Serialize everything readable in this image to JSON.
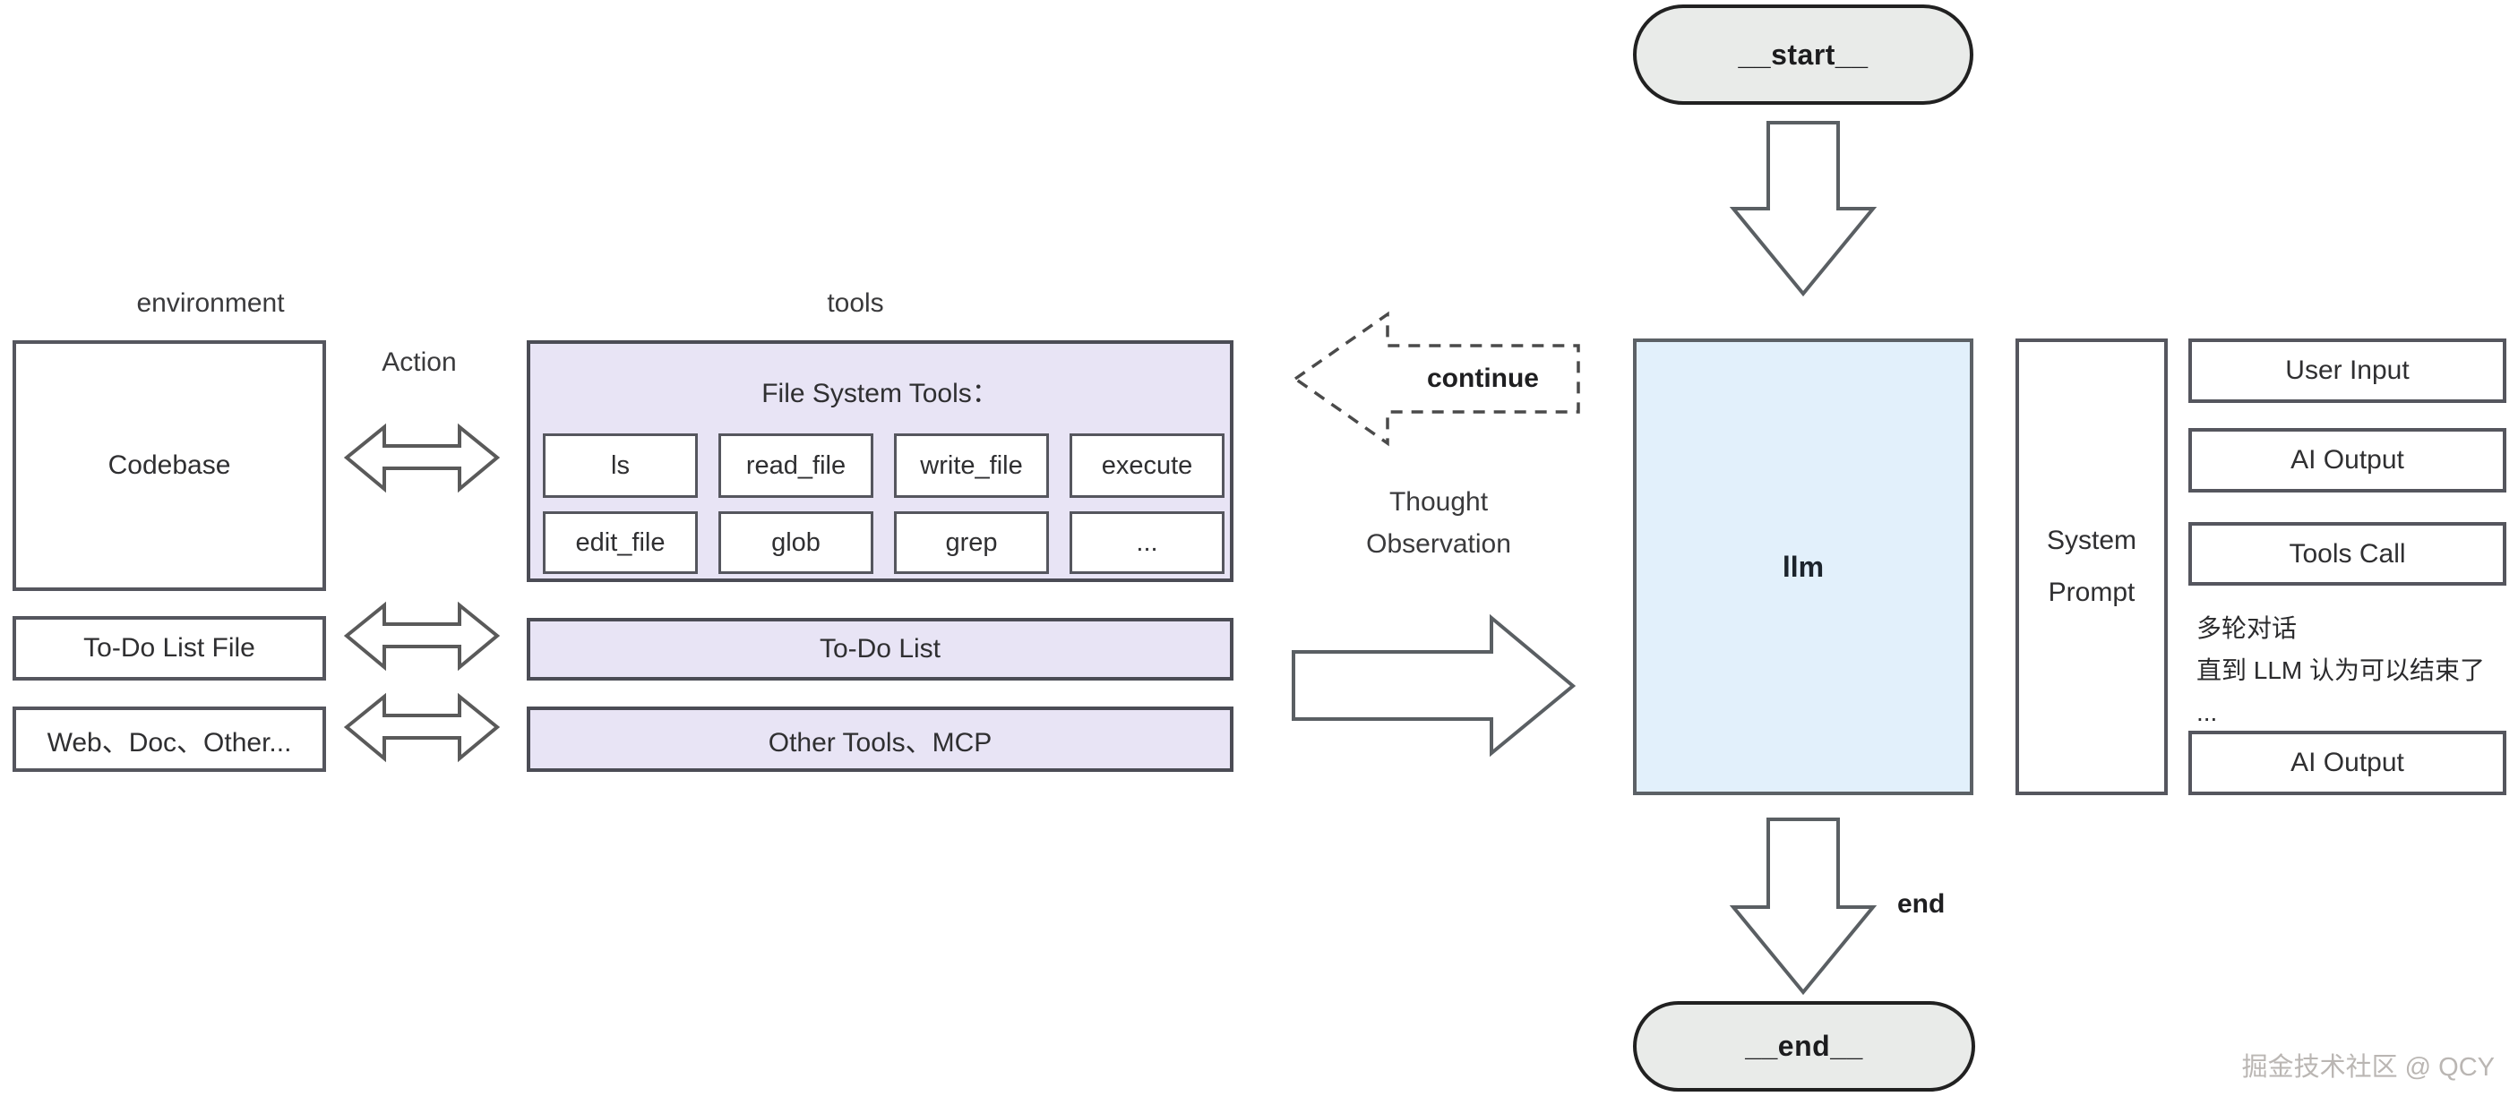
{
  "canvas": {
    "background": "#ffffff"
  },
  "colors": {
    "lavender_fill": "#e8e4f5",
    "llm_blue_fill": "#e2f0fb",
    "pill_fill": "#e9ebe9",
    "pill_border": "#212121",
    "box_border": "#55565e",
    "arrow_stroke": "#5a5f63",
    "text": "#2f2f31"
  },
  "environment": {
    "label": "environment",
    "codebase": "Codebase",
    "todo_file": "To-Do List File",
    "web_doc_other": "Web、Doc、Other..."
  },
  "action": {
    "label": "Action"
  },
  "tools": {
    "label": "tools",
    "file_system": {
      "title": "File System Tools：",
      "row1": [
        "ls",
        "read_file",
        "write_file",
        "execute"
      ],
      "row2": [
        "edit_file",
        "glob",
        "grep",
        "..."
      ]
    },
    "todo_list": "To-Do List",
    "other_tools": "Other Tools、MCP"
  },
  "loop": {
    "continue_label": "continue",
    "thought": "Thought",
    "observation": "Observation"
  },
  "graph": {
    "start": "__start__",
    "llm": "llm",
    "end_edge": "end",
    "end": "__end__"
  },
  "context": {
    "system_prompt": [
      "System",
      "Prompt"
    ],
    "user_input": "User Input",
    "ai_output": "AI Output",
    "tools_call": "Tools Call",
    "notes": [
      "多轮对话",
      "直到 LLM 认为可以结束了",
      "..."
    ],
    "ai_output_final": "AI Output"
  },
  "watermark": "掘金技术社区 @ QCY"
}
